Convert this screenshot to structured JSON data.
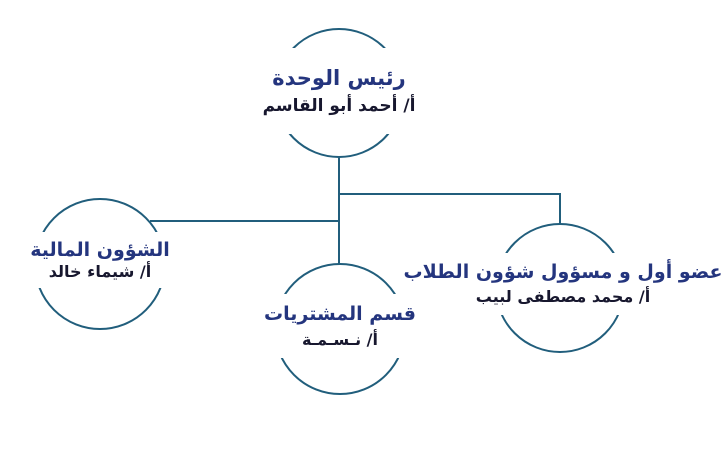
{
  "diagram": {
    "type": "org-chart",
    "colors": {
      "stroke": "#215e7c",
      "title": "#24357e",
      "name": "#17172e",
      "background": "#ffffff"
    },
    "nodes": {
      "head": {
        "title": "رئيس الوحدة",
        "name": "أ/ أحمد أبو القاسم"
      },
      "finance": {
        "title": "الشؤون المالية",
        "name": "أ/ شيماء خالد"
      },
      "purchasing": {
        "title": "قسم المشتريات",
        "name": "أ/ نـسـمـة"
      },
      "students": {
        "title": "عضو أول و مسؤول شؤون الطلاب",
        "name": "أ/ محمد مصطفى لبيب"
      }
    }
  }
}
